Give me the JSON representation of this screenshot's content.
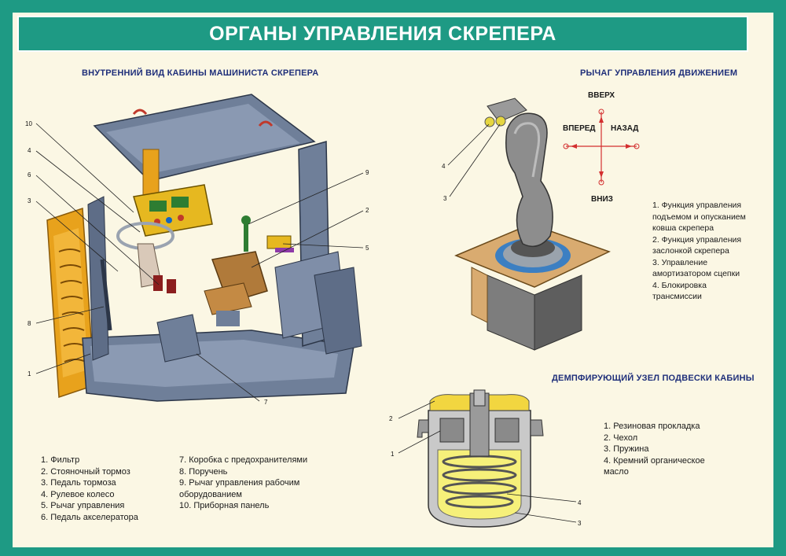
{
  "title": "ОРГАНЫ УПРАВЛЕНИЯ СКРЕПЕРА",
  "cabin": {
    "heading": "ВНУТРЕННИЙ ВИД КАБИНЫ МАШИНИСТА СКРЕПЕРА",
    "callouts": [
      "10",
      "4",
      "6",
      "3",
      "8",
      "1",
      "9",
      "2",
      "5",
      "7"
    ],
    "legend_left": [
      "1. Фильтр",
      "2. Стояночный тормоз",
      "3. Педаль тормоза",
      "4. Рулевое колесо",
      "5. Рычаг управления",
      "6. Педаль акселератора"
    ],
    "legend_right": [
      "7. Коробка с предохранителями",
      "8. Поручень",
      "9. Рычаг управления рабочим",
      "оборудованием",
      "10. Приборная панель"
    ]
  },
  "lever": {
    "heading": "РЫЧАГ УПРАВЛЕНИЯ ДВИЖЕНИЕМ",
    "directions": {
      "up": "ВВЕРХ",
      "down": "ВНИЗ",
      "forward": "ВПЕРЕД",
      "back": "НАЗАД"
    },
    "callouts": [
      "4",
      "3"
    ],
    "legend": [
      "1. Функция управления",
      "подъемом и опусканием",
      "ковша скрепера",
      "2. Функция управления",
      "заслонкой скрепера",
      "3. Управление",
      "амортизатором сцепки",
      "4. Блокировка",
      "трансмиссии"
    ]
  },
  "damper": {
    "heading": "ДЕМПФИРУЮЩИЙ УЗЕЛ ПОДВЕСКИ КАБИНЫ",
    "callouts": [
      "2",
      "1",
      "4",
      "3"
    ],
    "legend": [
      "1. Резиновая прокладка",
      "2. Чехол",
      "3. Пружина",
      "4. Кремний органическое",
      "масло"
    ]
  },
  "colors": {
    "frame": "#1e9a84",
    "panel": "#fbf7e4",
    "heading": "#1f2f7a",
    "cab_steel": "#6f7f99",
    "cab_orange": "#e8a21c",
    "lever_grey": "#8d8d8d",
    "oil_yellow": "#f6f07a"
  }
}
